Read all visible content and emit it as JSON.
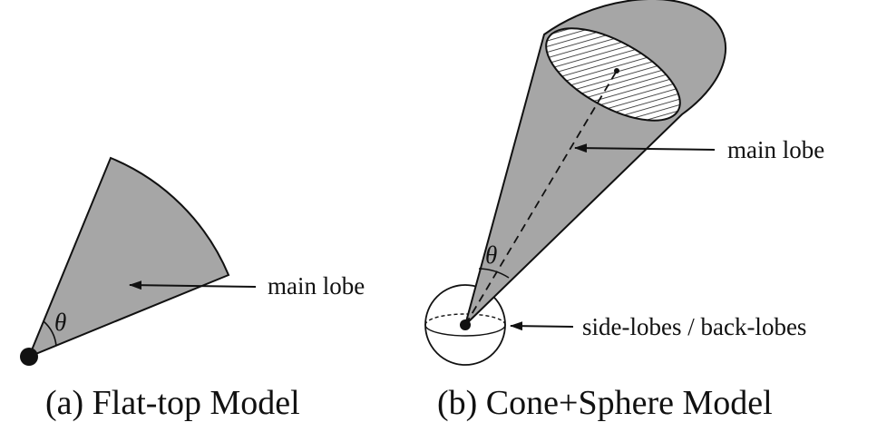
{
  "panel_a": {
    "main_lobe_label": "main lobe",
    "angle_symbol": "θ",
    "caption": "(a) Flat-top Model"
  },
  "panel_b": {
    "main_lobe_label": "main lobe",
    "angle_symbol": "θ",
    "side_lobe_label": "side-lobes / back-lobes",
    "caption": "(b) Cone+Sphere Model"
  },
  "colors": {
    "lobe_fill": "#a6a6a6",
    "outline": "#111111"
  }
}
